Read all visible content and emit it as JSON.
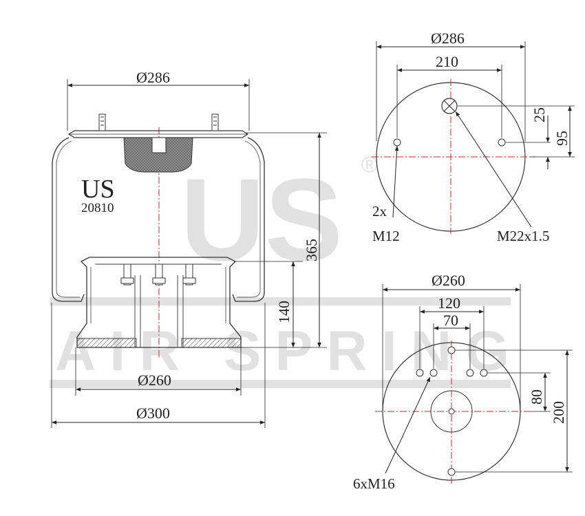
{
  "watermark": {
    "brand": "US",
    "registered": "®",
    "tagline": "AIR SPRING"
  },
  "side_view": {
    "logo": "US",
    "part_number": "20810",
    "dim_top_diameter": "Ø286",
    "dim_height": "365",
    "dim_piston_height": "140",
    "dim_piston_diameter": "Ø260",
    "dim_bellow_diameter": "Ø300"
  },
  "top_plate_view": {
    "dim_diameter": "Ø286",
    "dim_bolt_spacing": "210",
    "dim_center_offset": "25",
    "dim_offset": "95",
    "stud_count": "2x",
    "stud_thread": "M12",
    "air_fitting": "M22x1.5"
  },
  "bottom_plate_view": {
    "dim_diameter": "Ø260",
    "dim_outer_spacing": "120",
    "dim_inner_spacing": "70",
    "dim_offset": "80",
    "dim_length": "200",
    "bolt_callout": "6xM16"
  }
}
